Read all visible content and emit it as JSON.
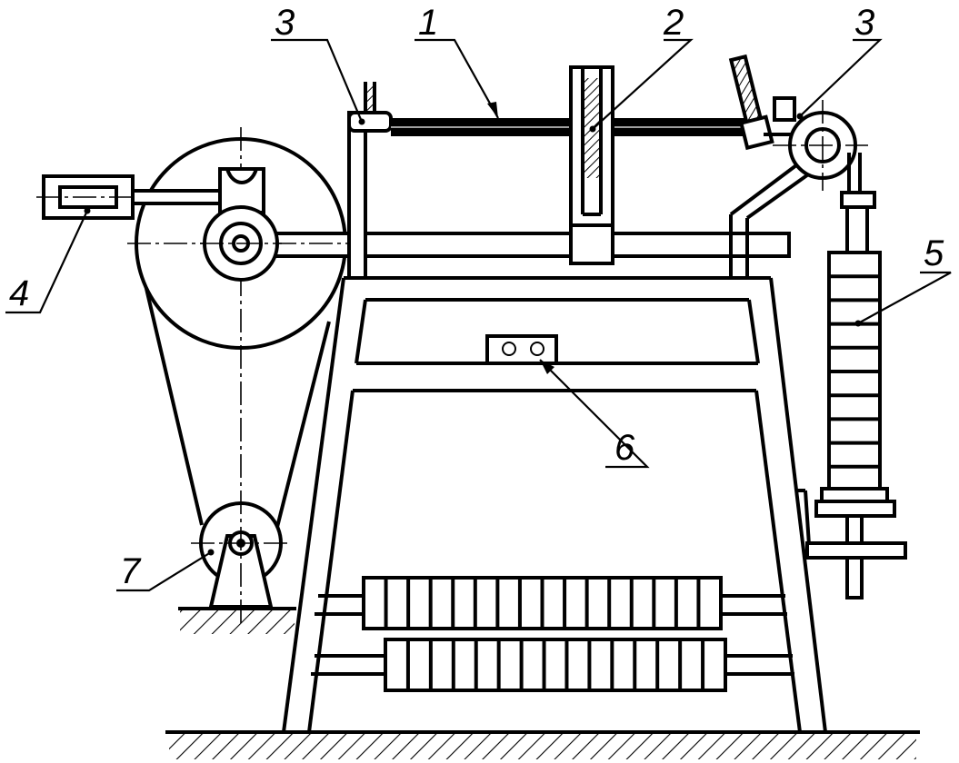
{
  "labels": {
    "l1": "1",
    "l2": "2",
    "l3a": "3",
    "l3b": "3",
    "l4": "4",
    "l5": "5",
    "l6": "6",
    "l7": "7"
  },
  "colors": {
    "line": "#000000",
    "background": "#ffffff"
  }
}
